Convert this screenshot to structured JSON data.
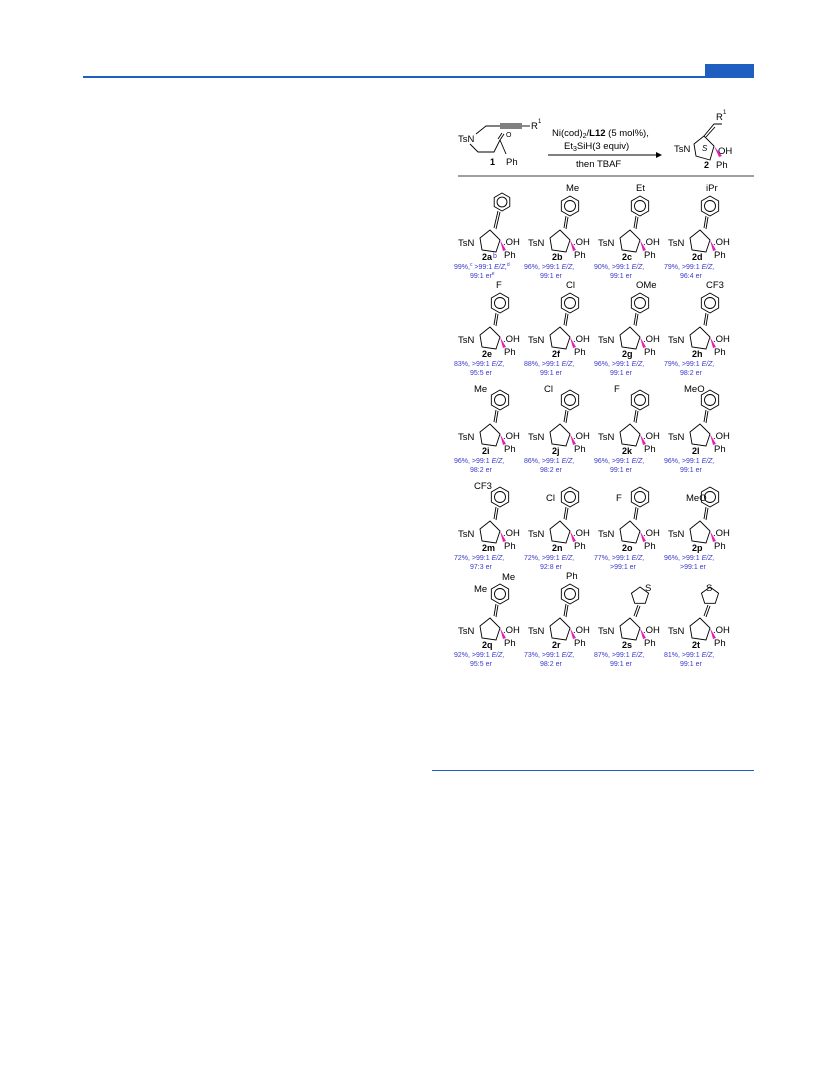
{
  "colors": {
    "accent": "#1f5fbf",
    "wedge": "#e020b8",
    "yield_text": "#3a3ad0"
  },
  "scheme": {
    "start": {
      "label": "1",
      "ts": "TsN",
      "ph": "Ph",
      "r": "R",
      "r_sup": "1"
    },
    "conditions": {
      "line1": "Ni(cod)",
      "line1_sub": "2",
      "line1_mid": "/",
      "line1_ligand": "L12",
      "line1_end": " (5 mol%),",
      "line2": "Et",
      "line2_sub": "3",
      "line2_end": "SiH(3 equiv)",
      "line3": "then TBAF"
    },
    "product": {
      "label": "2",
      "ts": "TsN",
      "ph": "Ph",
      "oh": "OH",
      "r": "R",
      "r_sup": "1",
      "stereo": "S"
    },
    "substituent_font": "9px"
  },
  "products": [
    {
      "id": "2a",
      "sub": "",
      "sub_type": "none",
      "line1": "99%,",
      "line1_sup": "c",
      "line1_b": " >99:1 ",
      "line1_ez": "E/Z,",
      "line1_sup2": "d",
      "line2": "99:1 er",
      "line2_sup": "e",
      "label_sup": "b"
    },
    {
      "id": "2b",
      "sub": "Me",
      "sub_type": "para",
      "line1": "96%, >99:1 ",
      "line1_ez": "E/Z,",
      "line2": "99:1 er"
    },
    {
      "id": "2c",
      "sub": "Et",
      "sub_type": "para",
      "line1": "90%, >99:1 ",
      "line1_ez": "E/Z,",
      "line2": "99:1 er"
    },
    {
      "id": "2d",
      "sub": "iPr",
      "sub_type": "para",
      "line1": "79%, >99:1 ",
      "line1_ez": "E/Z,",
      "line2": "96:4 er"
    },
    {
      "id": "2e",
      "sub": "F",
      "sub_type": "para",
      "line1": "83%, >99:1 ",
      "line1_ez": "E/Z,",
      "line2": "95:5 er"
    },
    {
      "id": "2f",
      "sub": "Cl",
      "sub_type": "para",
      "line1": "88%, >99:1 ",
      "line1_ez": "E/Z,",
      "line2": "99:1 er"
    },
    {
      "id": "2g",
      "sub": "OMe",
      "sub_type": "para",
      "line1": "96%, >99:1 ",
      "line1_ez": "E/Z,",
      "line2": "99:1 er"
    },
    {
      "id": "2h",
      "sub": "CF3",
      "sub_type": "para",
      "line1": "79%, >99:1 ",
      "line1_ez": "E/Z,",
      "line2": "98:2 er"
    },
    {
      "id": "2i",
      "sub": "Me",
      "sub_type": "meta",
      "line1": "96%, >99:1 ",
      "line1_ez": "E/Z,",
      "line2": "98:2 er"
    },
    {
      "id": "2j",
      "sub": "Cl",
      "sub_type": "meta",
      "line1": "86%, >99:1 ",
      "line1_ez": "E/Z,",
      "line2": "98:2 er"
    },
    {
      "id": "2k",
      "sub": "F",
      "sub_type": "meta",
      "line1": "96%, >99:1 ",
      "line1_ez": "E/Z,",
      "line2": "99:1 er"
    },
    {
      "id": "2l",
      "sub": "MeO",
      "sub_type": "meta",
      "line1": "96%, >99:1 ",
      "line1_ez": "E/Z,",
      "line2": "99:1 er"
    },
    {
      "id": "2m",
      "sub": "CF3",
      "sub_type": "meta",
      "line1": "72%, >99:1 ",
      "line1_ez": "E/Z,",
      "line2": "97:3 er"
    },
    {
      "id": "2n",
      "sub": "Cl",
      "sub_type": "ortho",
      "line1": "72%, >99:1 ",
      "line1_ez": "E/Z,",
      "line2": "92:8 er"
    },
    {
      "id": "2o",
      "sub": "F",
      "sub_type": "ortho",
      "line1": "77%, >99:1 ",
      "line1_ez": "E/Z,",
      "line2": ">99:1 er"
    },
    {
      "id": "2p",
      "sub": "MeO",
      "sub_type": "ortho",
      "line1": "96%, >99:1 ",
      "line1_ez": "E/Z,",
      "line2": ">99:1 er"
    },
    {
      "id": "2q",
      "sub": "Me",
      "sub2": "Me",
      "sub_type": "dimethyl",
      "line1": "92%, >99:1 ",
      "line1_ez": "E/Z,",
      "line2": "95:5 er"
    },
    {
      "id": "2r",
      "sub": "Ph",
      "sub_type": "para",
      "line1": "73%, >99:1 ",
      "line1_ez": "E/Z,",
      "line2": "98:2 er"
    },
    {
      "id": "2s",
      "sub": "S",
      "sub_type": "thien3",
      "line1": "87%, >99:1 ",
      "line1_ez": "E/Z,",
      "line2": "99:1 er"
    },
    {
      "id": "2t",
      "sub": "S",
      "sub_type": "thien2",
      "line1": "81%, >99:1 ",
      "line1_ez": "E/Z,",
      "line2": "99:1 er"
    }
  ],
  "common": {
    "ts": "TsN",
    "oh": "OH",
    "ph": "Ph"
  }
}
